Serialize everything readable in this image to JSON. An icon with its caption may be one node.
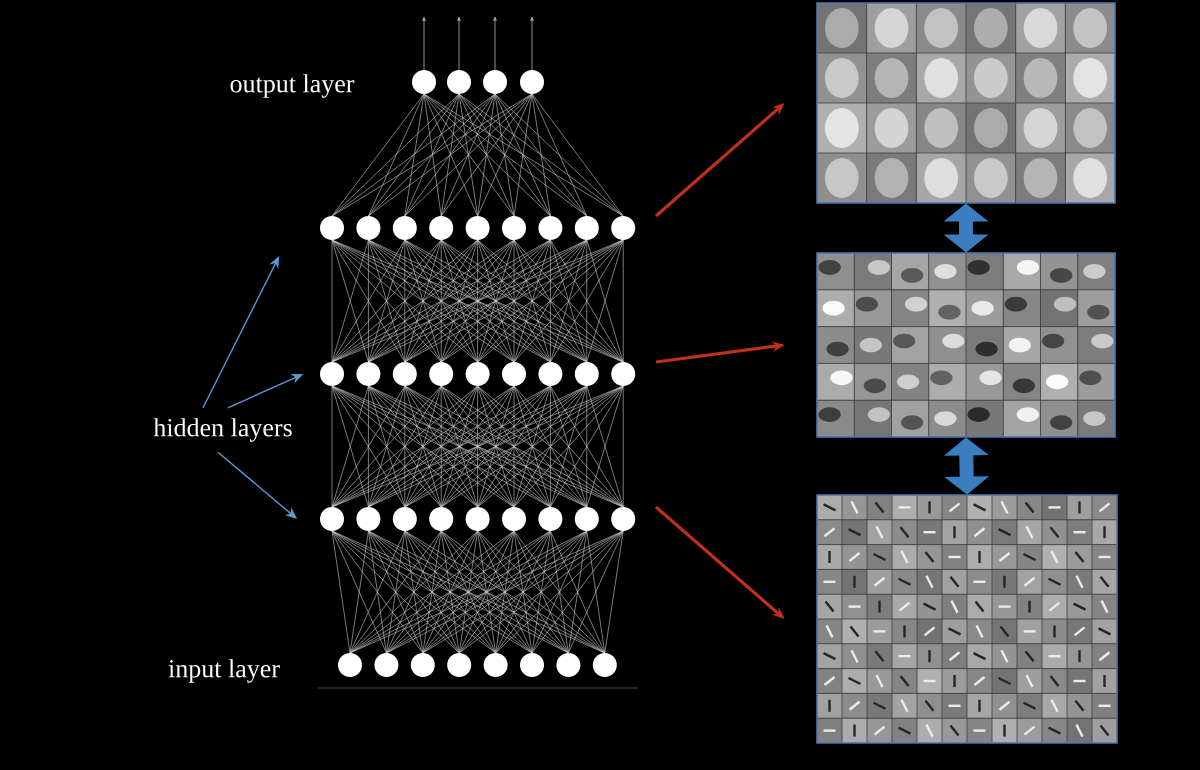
{
  "diagram": {
    "nodes": [
      {
        "text": [
          "hidden layers"
        ]
      },
      {
        "text": [],
        "shape": "circle"
      },
      {
        "text": [],
        "shape": "circle"
      },
      {
        "text": [],
        "shape": "circle"
      },
      {
        "text": [],
        "shape": "picture"
      },
      {
        "text": [],
        "shape": "picture"
      },
      {
        "text": [],
        "shape": "picture"
      }
    ],
    "edges": [
      {
        "from": 0,
        "to": 1,
        "arrow": "to",
        "color": "#5b9bd5"
      },
      {
        "from": 0,
        "to": 2,
        "arrow": "to",
        "color": "#5b9bd5"
      },
      {
        "from": 0,
        "to": 3,
        "arrow": "to",
        "color": "#5b9bd5"
      },
      {
        "from": 1,
        "to": 4,
        "arrow": "to",
        "color": "#c0301c"
      },
      {
        "from": 2,
        "to": 5,
        "arrow": "to",
        "color": "#c0301c"
      },
      {
        "from": 3,
        "to": 6,
        "arrow": "to",
        "color": "#c0301c"
      },
      {
        "from": 4,
        "to": 5,
        "arrow": "both",
        "style": "thick",
        "color": "#3a7ebf"
      },
      {
        "from": 5,
        "to": 6,
        "arrow": "both",
        "style": "thick",
        "color": "#3a7ebf"
      }
    ],
    "labels": [
      "output layer",
      "input layer"
    ]
  }
}
